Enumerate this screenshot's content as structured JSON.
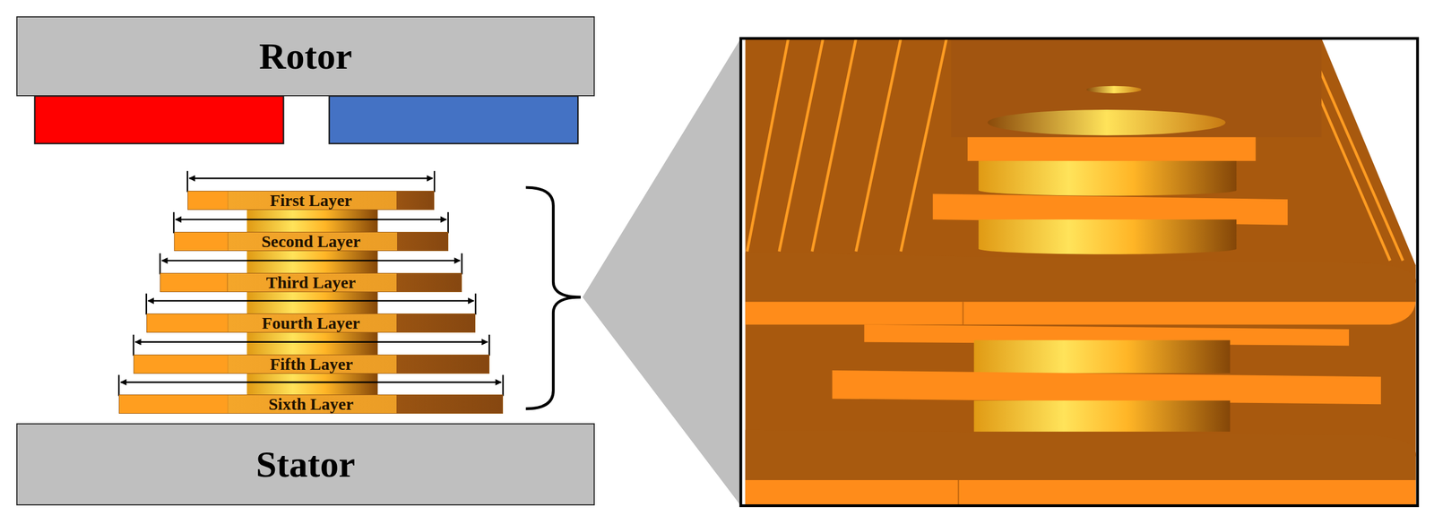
{
  "diagram": {
    "nodes": [
      {
        "text": [
          "Rotor"
        ]
      },
      {
        "text": [
          "First Layer"
        ]
      },
      {
        "text": [
          "Second Layer"
        ]
      },
      {
        "text": [
          "Third Layer"
        ]
      },
      {
        "text": [
          "Fourth Layer"
        ]
      },
      {
        "text": [
          "Fifth Layer"
        ]
      },
      {
        "text": [
          "Sixth Layer"
        ]
      },
      {
        "text": [
          "Stator"
        ]
      }
    ]
  }
}
